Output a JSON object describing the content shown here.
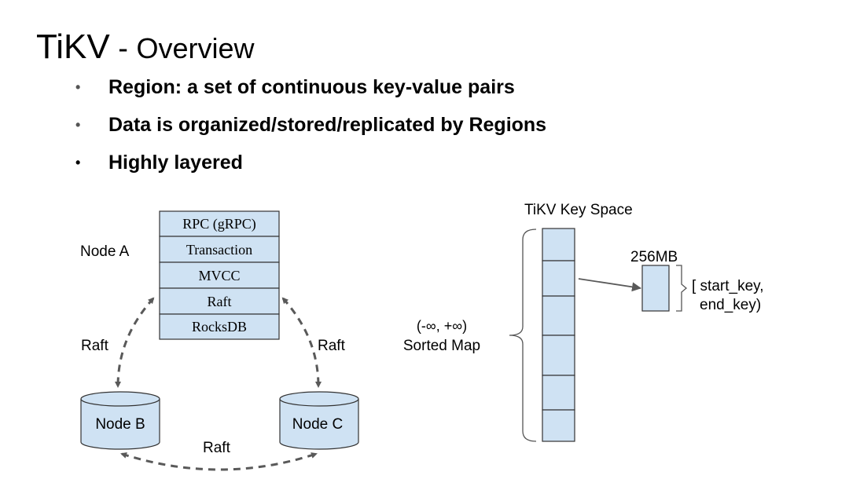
{
  "slide": {
    "title": "TiKV",
    "title_separator": " - ",
    "subtitle": "Overview",
    "bullets": [
      "Region: a set of continuous key-value pairs",
      "Data is organized/stored/replicated by Regions",
      "Highly layered"
    ]
  },
  "diagram": {
    "node_a_label": "Node A",
    "layers": [
      "RPC (gRPC)",
      "Transaction",
      "MVCC",
      "Raft",
      "RocksDB"
    ],
    "node_b_label": "Node B",
    "node_c_label": "Node C",
    "raft_label": "Raft",
    "key_space_title": "TiKV Key Space",
    "sorted_map_range": "(-∞, +∞)",
    "sorted_map_label": "Sorted Map",
    "region_size": "256MB",
    "range_start": "[ start_key,",
    "range_end": "end_key)"
  },
  "colors": {
    "box_fill": "#cfe2f3",
    "stroke": "#333333",
    "arrow": "#595959"
  }
}
